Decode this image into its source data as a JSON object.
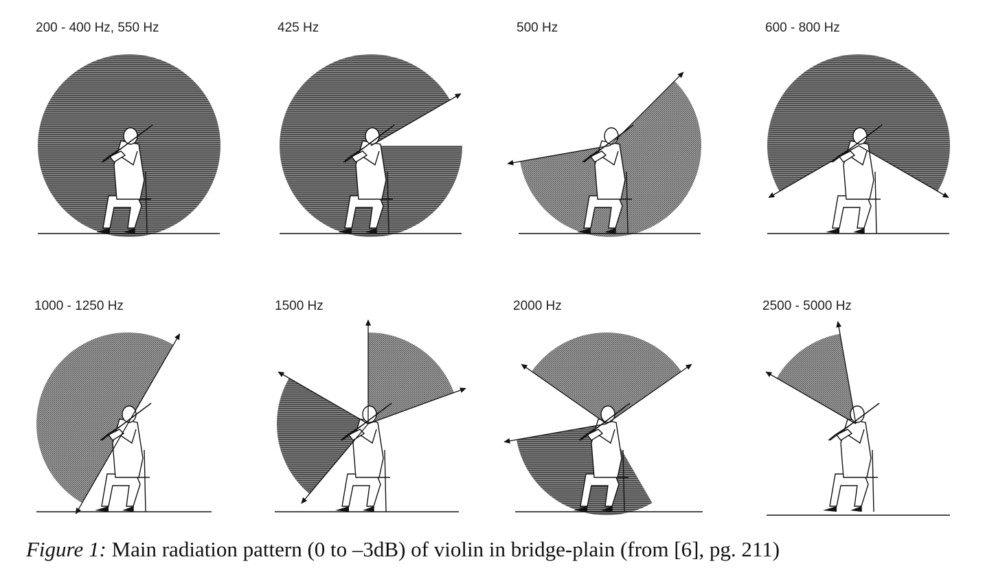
{
  "figure": {
    "panels": [
      {
        "label": "200 - 400 Hz,  550 Hz",
        "shading": "lines",
        "lobes": [
          [
            0,
            360
          ]
        ],
        "arrows": []
      },
      {
        "label": "425 Hz",
        "shading": "lines",
        "lobes": [
          [
            30,
            360
          ]
        ],
        "arrows": [
          30
        ]
      },
      {
        "label": "500 Hz",
        "shading": "dots",
        "lobes": [
          [
            -170,
            45
          ]
        ],
        "arrows": [
          -170,
          45
        ]
      },
      {
        "label": "600 - 800 Hz",
        "shading": "lines",
        "lobes": [
          [
            -30,
            210
          ]
        ],
        "arrows": [
          -30,
          210
        ]
      },
      {
        "label": "1000 - 1250 Hz",
        "shading": "dots",
        "lobes": [
          [
            60,
            240
          ]
        ],
        "arrows": [
          60,
          240
        ]
      },
      {
        "label": "1500 Hz",
        "shading": "mixed",
        "lobes": [
          [
            20,
            90
          ],
          [
            150,
            230
          ]
        ],
        "arrows": [
          20,
          90,
          150,
          230
        ]
      },
      {
        "label": "2000 Hz",
        "shading": "mixed",
        "lobes": [
          [
            35,
            145
          ],
          [
            190,
            300
          ]
        ],
        "arrows": [
          35,
          145,
          190
        ]
      },
      {
        "label": "2500 - 5000 Hz",
        "shading": "dots",
        "lobes": [
          [
            100,
            150
          ]
        ],
        "arrows": [
          100,
          150
        ]
      }
    ]
  },
  "caption": {
    "figure_id": "Figure 1:",
    "text": " Main radiation pattern (0 to –3dB) of violin in bridge-plain (from [6], pg. 211)"
  },
  "colors": {
    "ink": "#111111",
    "shade_dark": "#4a4a4a",
    "shade_light": "#8c8c8c"
  }
}
